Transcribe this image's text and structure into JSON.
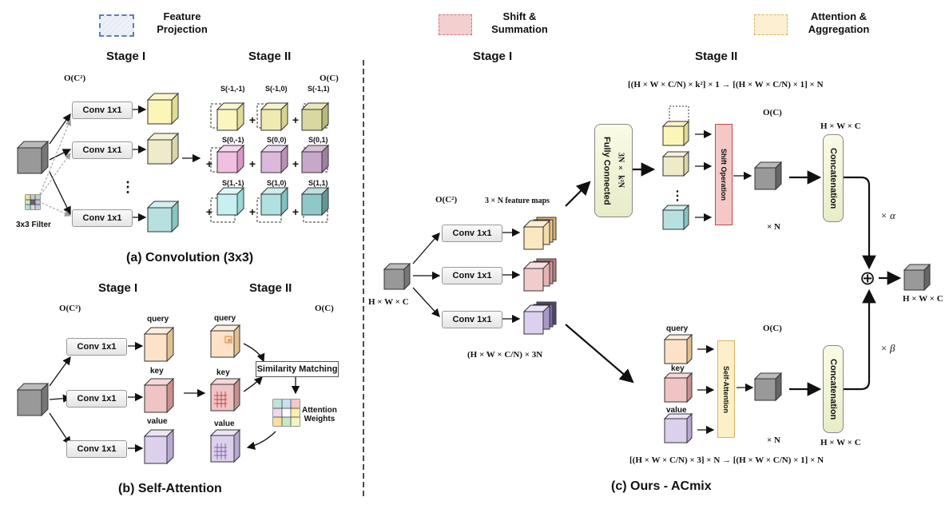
{
  "legend": {
    "feature_projection": "Feature\nProjection",
    "shift_summation": "Shift &\nSummation",
    "attention_aggregation": "Attention  &\nAggregation"
  },
  "colors": {
    "projection_border": "#5b7fb5",
    "shift_fill": "#f3cfcf",
    "attention_fill": "#fdf0d2"
  },
  "conv": {
    "stage1": "Stage I",
    "stage2": "Stage II",
    "complexity1": "O(C²)",
    "complexity2": "O(C)",
    "conv_label": "Conv 1x1",
    "filter_label": "3x3 Filter",
    "shift_labels": [
      "S(-1,-1)",
      "S(-1,0)",
      "S(-1,1)",
      "S(0,-1)",
      "S(0,0)",
      "S(0,1)",
      "S(1,-1)",
      "S(1,0)",
      "S(1,1)"
    ],
    "caption": "(a) Convolution (3x3)"
  },
  "sa": {
    "stage1": "Stage I",
    "stage2": "Stage II",
    "complexity1": "O(C²)",
    "complexity2": "O(C)",
    "conv_label": "Conv 1x1",
    "query": "query",
    "key": "key",
    "value": "value",
    "similarity": "Similarity Matching",
    "weights": "Attention\nWeights",
    "caption": "(b) Self-Attention"
  },
  "acmix": {
    "stage1": "Stage I",
    "stage2": "Stage II",
    "complexity1": "O(C²)",
    "feature_maps": "3 × N  feature maps",
    "conv_label": "Conv 1x1",
    "input_dim": "H × W × C",
    "proj_dim": "(H × W × C/N) × 3N",
    "fc_label": "Fully Connected",
    "fc_dim": "3N × k²N",
    "top_formula": "[(H × W × C/N) × k²] × 1  →  [(H × W × C/N) × 1] × N",
    "bottom_formula": "[(H × W × C/N) × 3] × N  →  [(H × W × C/N) × 1] × N",
    "shift_complexity": "O(C)",
    "shift_op": "Shift Operation",
    "shift_times": "× N",
    "sa_complexity": "O(C)",
    "self_attention": "Self-Attention",
    "sa_times": "× N",
    "query": "query",
    "key": "key",
    "value": "value",
    "concat": "Concatenation",
    "concat_dim_top": "H × W × C",
    "concat_dim_bottom": "H × W × C",
    "alpha": "× α",
    "beta": "× β",
    "plus": "⊕",
    "output_dim": "H × W × C",
    "caption": "(c) Ours - ACmix"
  }
}
